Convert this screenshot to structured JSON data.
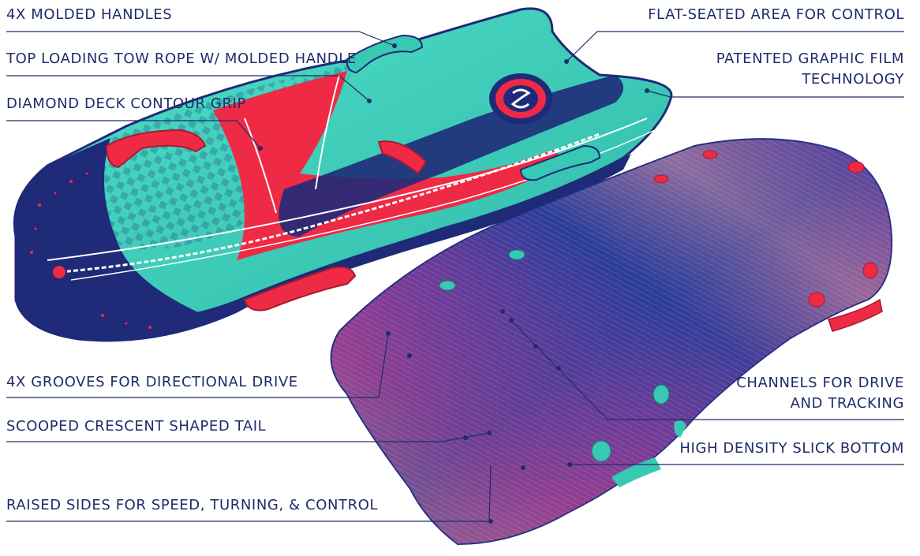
{
  "callouts": {
    "molded_handles": "4X MOLDED HANDLES",
    "tow_rope": "TOP LOADING TOW ROPE W/ MOLDED HANDLE",
    "deck_grip": "DIAMOND DECK CONTOUR GRIP",
    "flat_seated": "FLAT-SEATED AREA FOR CONTROL",
    "graphic_film_line1": "PATENTED GRAPHIC FILM",
    "graphic_film_line2": "TECHNOLOGY",
    "grooves": "4X GROOVES FOR DIRECTIONAL DRIVE",
    "tail": "SCOOPED CRESCENT SHAPED TAIL",
    "raised_sides": "RAISED SIDES FOR SPEED, TURNING, & CONTROL",
    "channels_line1": "CHANNELS FOR DRIVE",
    "channels_line2": "AND TRACKING",
    "slick_bottom": "HIGH DENSITY SLICK BOTTOM"
  },
  "colors": {
    "label_navy": "#1e2c6b",
    "deck_teal": "#3fd6c0",
    "deck_navy": "#1f2a78",
    "deck_red": "#ee2a45",
    "bottom_purple": "#7b3a9a",
    "bottom_magenta": "#c23f8b",
    "bottom_peach": "#d99a8c",
    "bottom_blue": "#2b3d9a"
  },
  "icons": {
    "logo": "swirl-logo-icon"
  }
}
